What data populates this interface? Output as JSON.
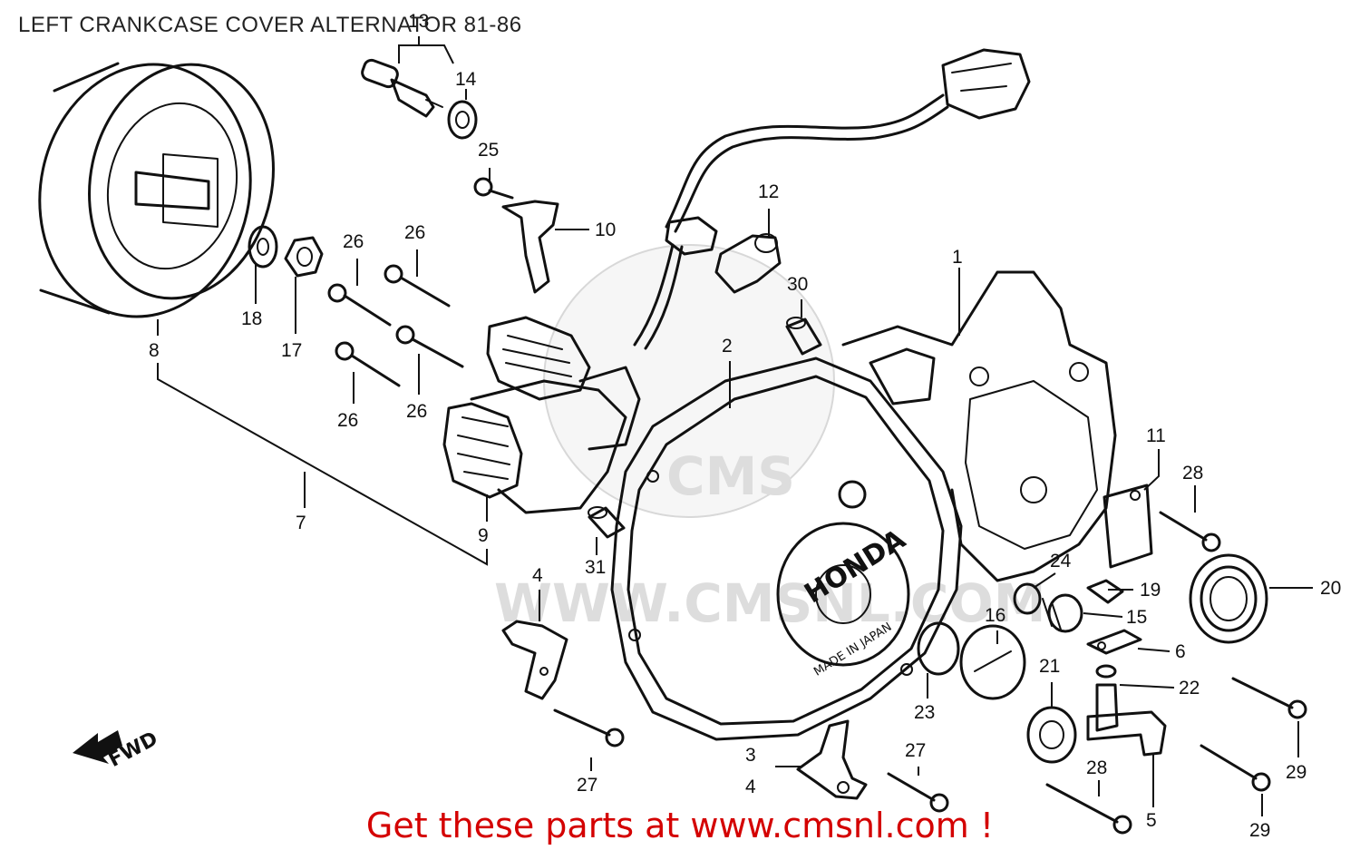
{
  "title": "LEFT CRANKCASE COVER ALTERNATOR 81-86",
  "cta": "Get these parts at www.cmsnl.com !",
  "watermark": "WWW.CMSNL.COM",
  "watermark_logo": "CMS",
  "emboss": {
    "brand": "HONDA",
    "made_in": "MADE IN JAPAN"
  },
  "direction": "FWD",
  "callouts": {
    "c1": "1",
    "c2": "2",
    "c3": "3",
    "c4a": "4",
    "c4b": "4",
    "c5": "5",
    "c6": "6",
    "c7": "7",
    "c8": "8",
    "c9": "9",
    "c10": "10",
    "c11": "11",
    "c12": "12",
    "c13": "13",
    "c14": "14",
    "c15": "15",
    "c16": "16",
    "c17": "17",
    "c18": "18",
    "c19": "19",
    "c20": "20",
    "c21": "21",
    "c22": "22",
    "c23": "23",
    "c24": "24",
    "c25": "25",
    "c26a": "26",
    "c26b": "26",
    "c26c": "26",
    "c26d": "26",
    "c27a": "27",
    "c27b": "27",
    "c28a": "28",
    "c28b": "28",
    "c29a": "29",
    "c29b": "29",
    "c30": "30",
    "c31": "31"
  },
  "colors": {
    "ink": "#111111",
    "cta": "#d40000",
    "watermark": "#dddddd",
    "background": "#ffffff"
  }
}
